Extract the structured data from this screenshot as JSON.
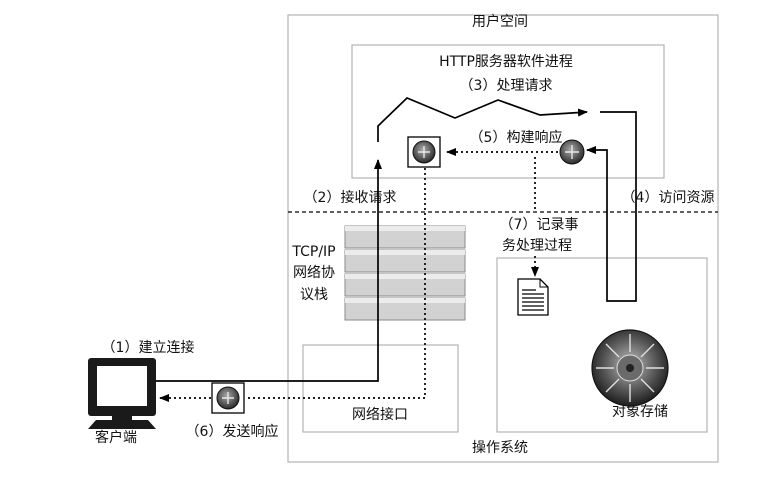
{
  "labels": {
    "user_space": "用户空间",
    "http_process": "HTTP服务器软件进程",
    "step3": "（3）处理请求",
    "step5": "（5）构建响应",
    "step2": "（2）接收请求",
    "step4": "（4）访问资源",
    "step7_line1": "（7）记录事",
    "step7_line2": "务处理过程",
    "tcpip_line1": "TCP/IP",
    "tcpip_line2": "网络协",
    "tcpip_line3": "议栈",
    "step1": "（1）建立连接",
    "network_interface": "网络接口",
    "object_storage": "对象存储",
    "client": "客户端",
    "step6": "（6）发送响应",
    "os": "操作系统"
  },
  "icons": {
    "client": "computer-icon",
    "router": "router-icon",
    "log": "document-icon",
    "storage": "disk-icon",
    "stack": "protocol-stack-icon"
  },
  "colors": {
    "line": "#000000",
    "frame": "#b4b4b4",
    "stack_fill": "#d2d2d2",
    "icon_dark": "#1a1a1a"
  }
}
